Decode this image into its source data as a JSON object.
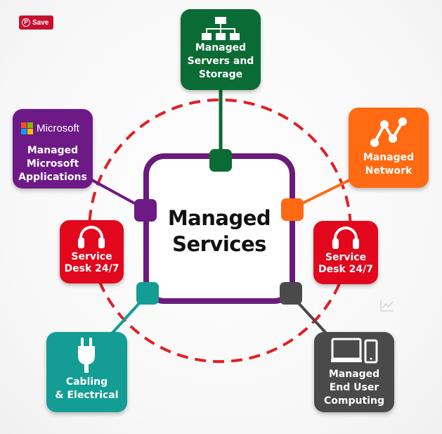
{
  "save_button": {
    "label": "Save",
    "color": "#c8102e"
  },
  "center": {
    "title": "Managed\nServices",
    "ring_color": "#6a1b7a",
    "dashed_circle_color": "#e31e24"
  },
  "boxes": {
    "servers": {
      "label": "Managed\nServers and\nStorage",
      "color": "#0b6b34",
      "icon": "hierarchy-icon"
    },
    "network": {
      "label": "Managed\nNetwork",
      "color": "#ff6a13",
      "icon": "network-nodes-icon"
    },
    "microsoft": {
      "brand": "Microsoft",
      "label": "Managed\nMicrosoft\nApplications",
      "color": "#6d1a86",
      "icon": "microsoft-logo-icon"
    },
    "service_desk_left": {
      "label": "Service\nDesk 24/7",
      "color": "#e2071c",
      "icon": "headset-icon"
    },
    "service_desk_right": {
      "label": "Service\nDesk 24/7",
      "color": "#e2071c",
      "icon": "headset-icon"
    },
    "cabling": {
      "label": "Cabling\n& Electrical",
      "color": "#139d94",
      "icon": "plug-icon"
    },
    "end_user": {
      "label": "Managed\nEnd User\nComputing",
      "color": "#4a4a4a",
      "icon": "devices-icon"
    }
  },
  "microsoft_logo_colors": [
    "#f25022",
    "#7fba00",
    "#00a4ef",
    "#ffb900"
  ]
}
